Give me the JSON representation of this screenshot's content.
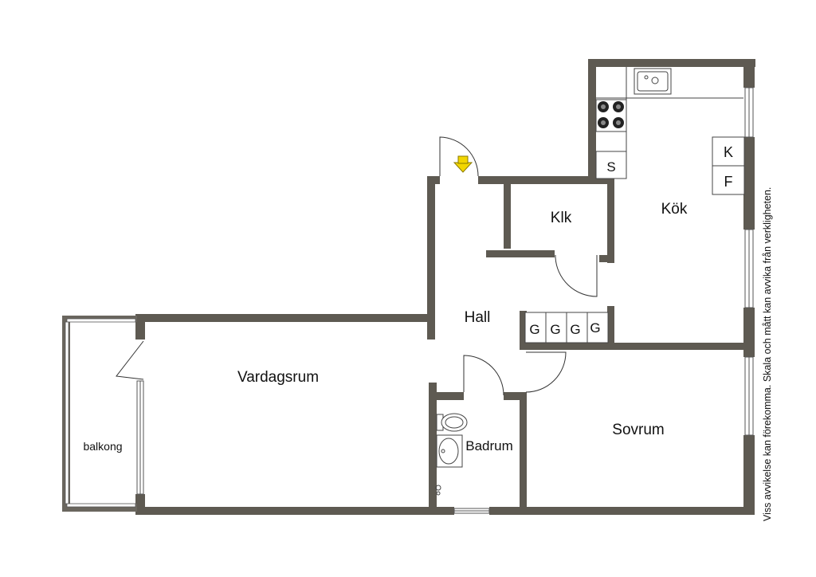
{
  "rooms": {
    "kitchen": "Kök",
    "closet": "Klk",
    "hall": "Hall",
    "living": "Vardagsrum",
    "bathroom": "Badrum",
    "bedroom": "Sovrum",
    "balcony": "balkong"
  },
  "fixtures": {
    "stove": "S",
    "fridge": "K",
    "freezer": "F",
    "wardrobes": [
      "G",
      "G",
      "G",
      "G"
    ]
  },
  "note": "Viss avvikelse kan förekomma. Skala och mått kan avvika från verkligheten.",
  "icons": {
    "entrance": "entrance-arrow-icon",
    "sink": "kitchen-sink-icon",
    "hob": "hob-icon",
    "toilet": "toilet-icon",
    "basin": "wash-basin-icon"
  },
  "colors": {
    "wall": "#5e5a52",
    "arrow": "#f2d600",
    "line": "#333333"
  }
}
